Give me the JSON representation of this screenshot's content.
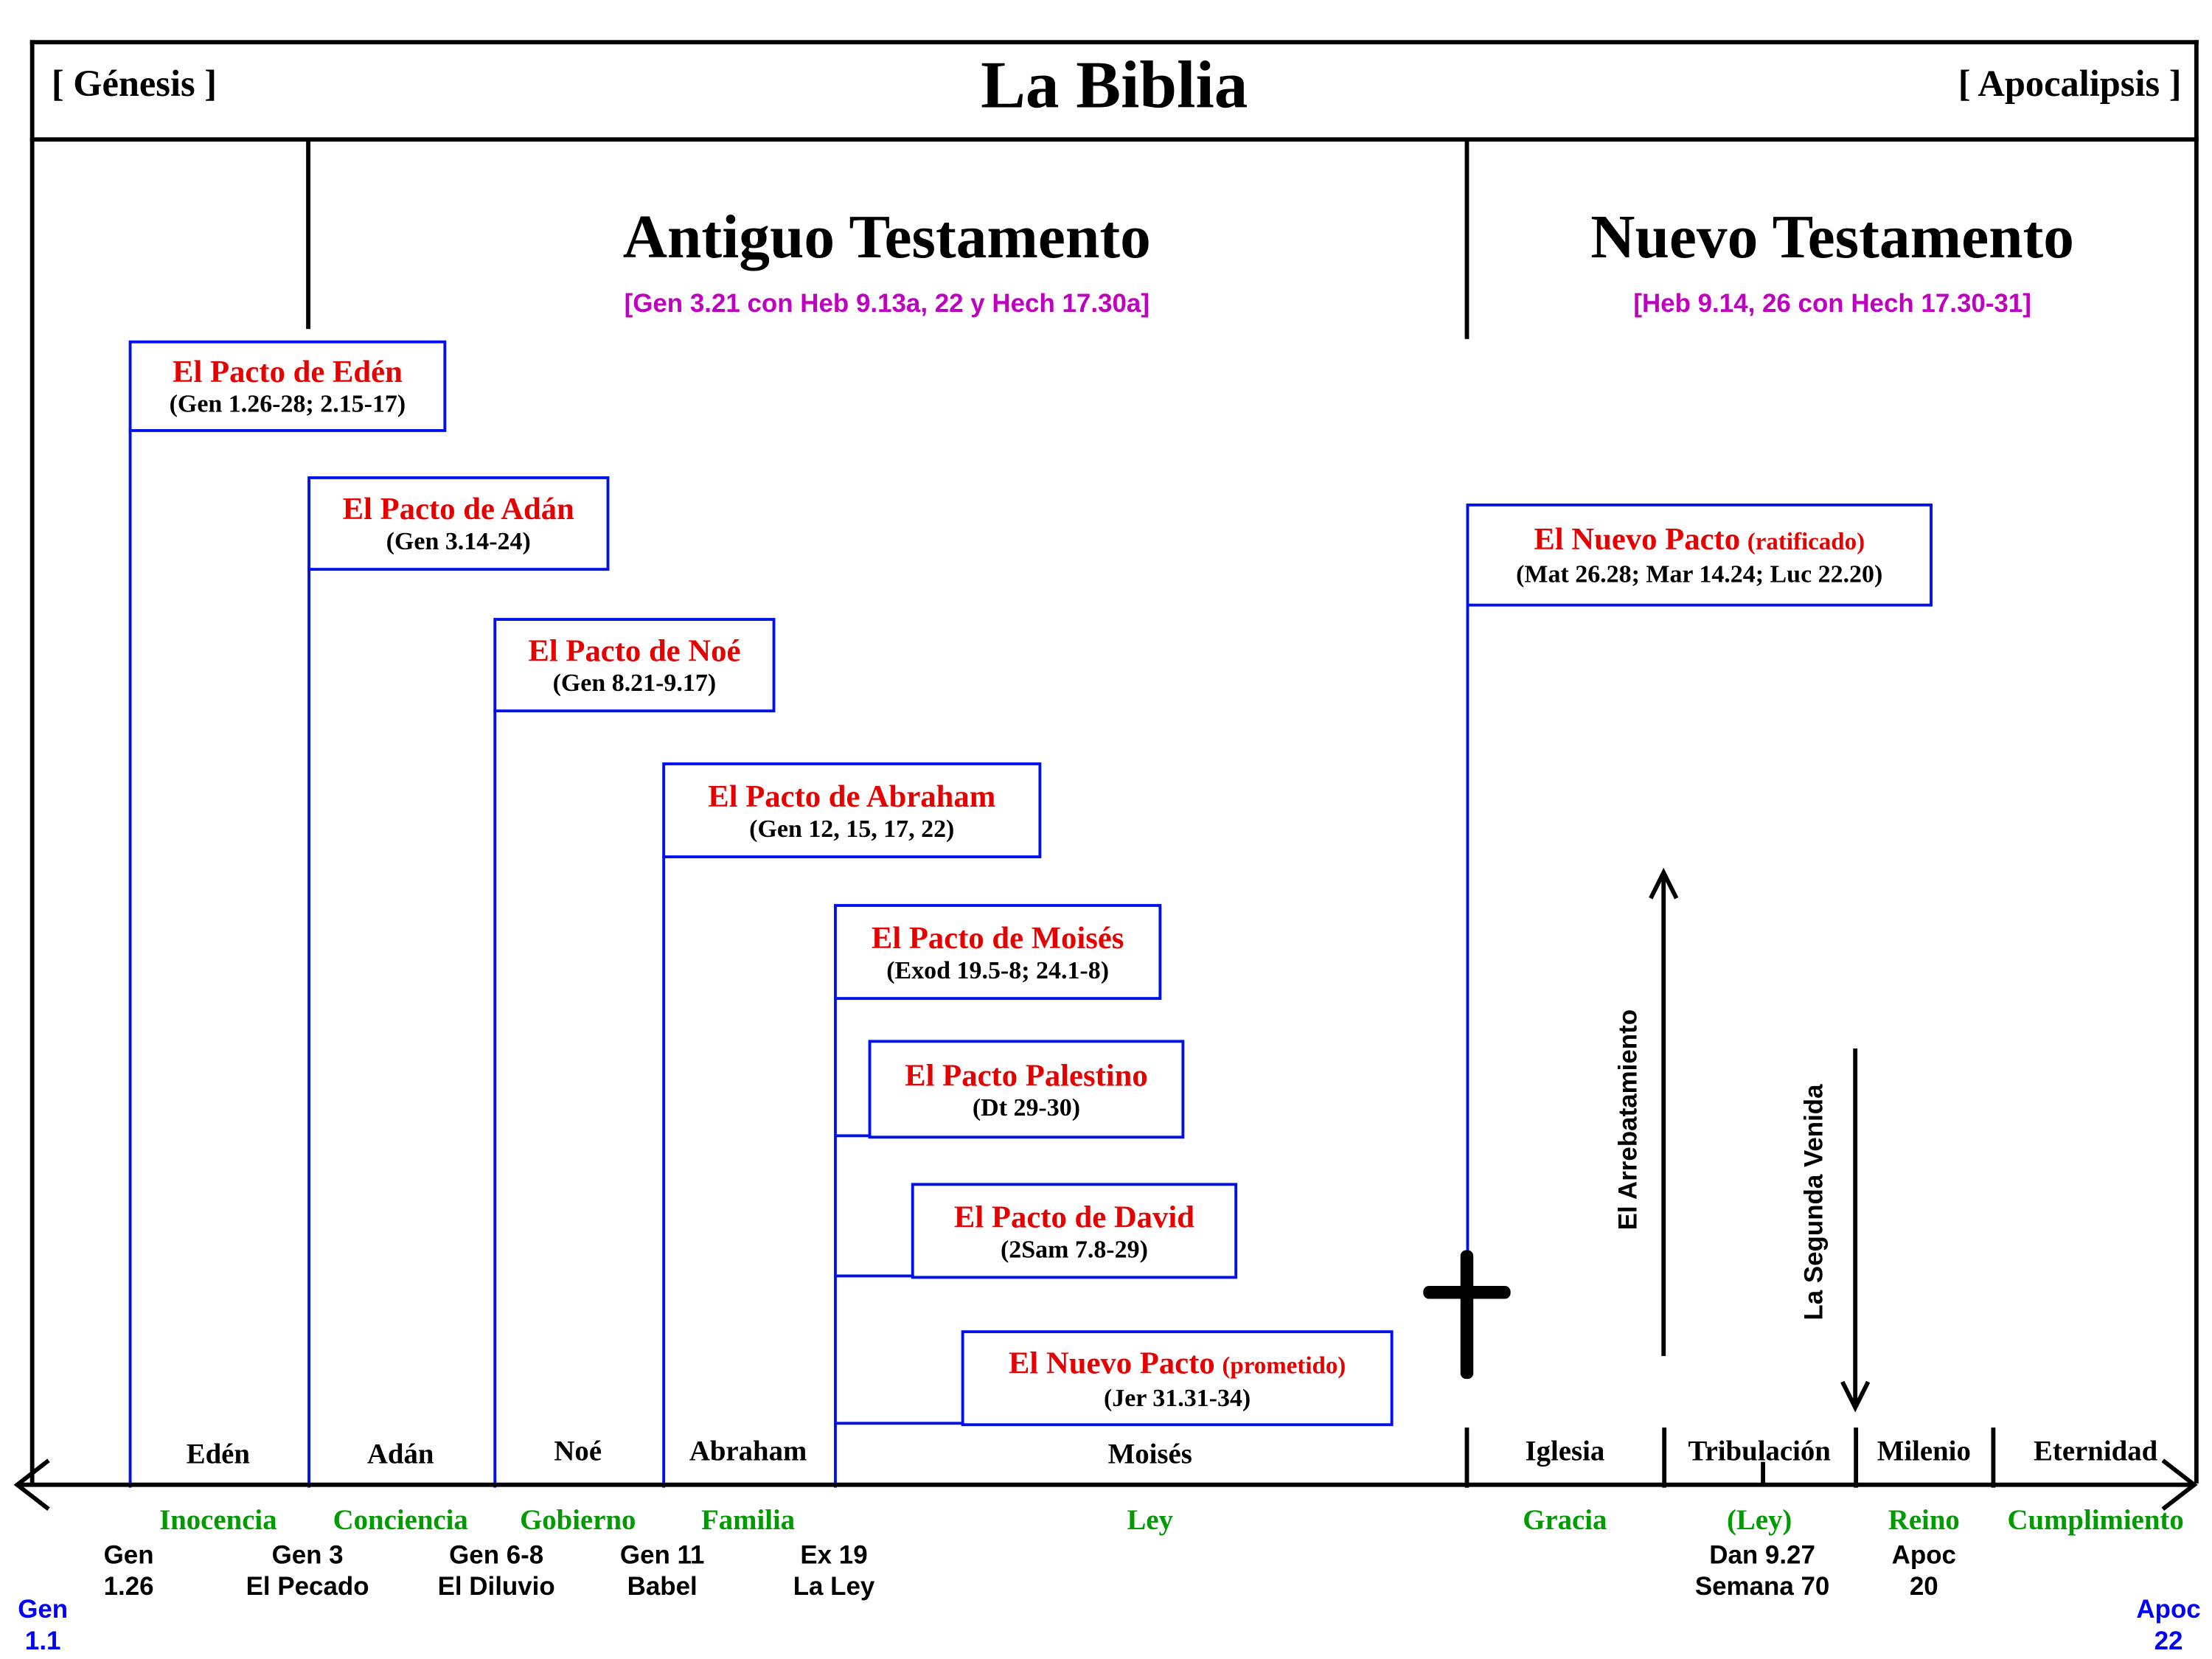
{
  "header": {
    "genesis": "[ Génesis ]",
    "title": "La Biblia",
    "apocalipsis": "[ Apocalipsis ]"
  },
  "old_testament": {
    "title": "Antiguo Testamento",
    "subtitle": "[Gen 3.21 con Heb 9.13a, 22 y Hech 17.30a]"
  },
  "new_testament": {
    "title": "Nuevo Testamento",
    "subtitle": "[Heb 9.14, 26 con Hech 17.30-31]"
  },
  "covenants": [
    {
      "title": "El Pacto de Edén",
      "ref": "(Gen 1.26-28; 2.15-17)"
    },
    {
      "title": "El Pacto de Adán",
      "ref": "(Gen 3.14-24)"
    },
    {
      "title": "El Pacto de Noé",
      "ref": "(Gen 8.21-9.17)"
    },
    {
      "title": "El Pacto de Abraham",
      "ref": "(Gen 12, 15, 17, 22)"
    },
    {
      "title": "El Pacto de Moisés",
      "ref": "(Exod 19.5-8; 24.1-8)"
    },
    {
      "title": "El Pacto Palestino",
      "ref": "(Dt 29-30)"
    },
    {
      "title": "El Pacto de David",
      "ref": "(2Sam 7.8-29)"
    },
    {
      "title": "El Nuevo Pacto",
      "suffix": "(prometido)",
      "ref": "(Jer 31.31-34)"
    },
    {
      "title": "El Nuevo Pacto",
      "suffix": "(ratificado)",
      "ref": "(Mat 26.28; Mar 14.24; Luc 22.20)"
    }
  ],
  "arrows": {
    "rapture": "El Arrebatamiento",
    "second_coming": "La Segunda Venida"
  },
  "timeline": {
    "periods": [
      "Edén",
      "Adán",
      "Noé",
      "Abraham",
      "Moisés",
      "Iglesia",
      "Tribulación",
      "Milenio",
      "Eternidad"
    ],
    "dispensations": [
      "Inocencia",
      "Conciencia",
      "Gobierno",
      "Familia",
      "Ley",
      "Gracia",
      "(Ley)",
      "Reino",
      "Cumplimiento"
    ],
    "events": [
      {
        "line1": "Gen",
        "line2": "1.26"
      },
      {
        "line1": "Gen 3",
        "line2": "El Pecado"
      },
      {
        "line1": "Gen 6-8",
        "line2": "El Diluvio"
      },
      {
        "line1": "Gen 11",
        "line2": "Babel"
      },
      {
        "line1": "Ex 19",
        "line2": "La Ley"
      },
      {
        "line1": "Dan 9.27",
        "line2": "Semana 70"
      },
      {
        "line1": "Apoc",
        "line2": "20"
      }
    ],
    "start": {
      "line1": "Gen",
      "line2": "1.1"
    },
    "end": {
      "line1": "Apoc",
      "line2": "22"
    }
  },
  "colors": {
    "covenant_border": "#0011ee",
    "covenant_title": "#e60000",
    "testament_subtitle": "#c000c0",
    "dispensation_green": "#009b00",
    "corner_blue": "#0000ff",
    "line_black": "#000000"
  }
}
